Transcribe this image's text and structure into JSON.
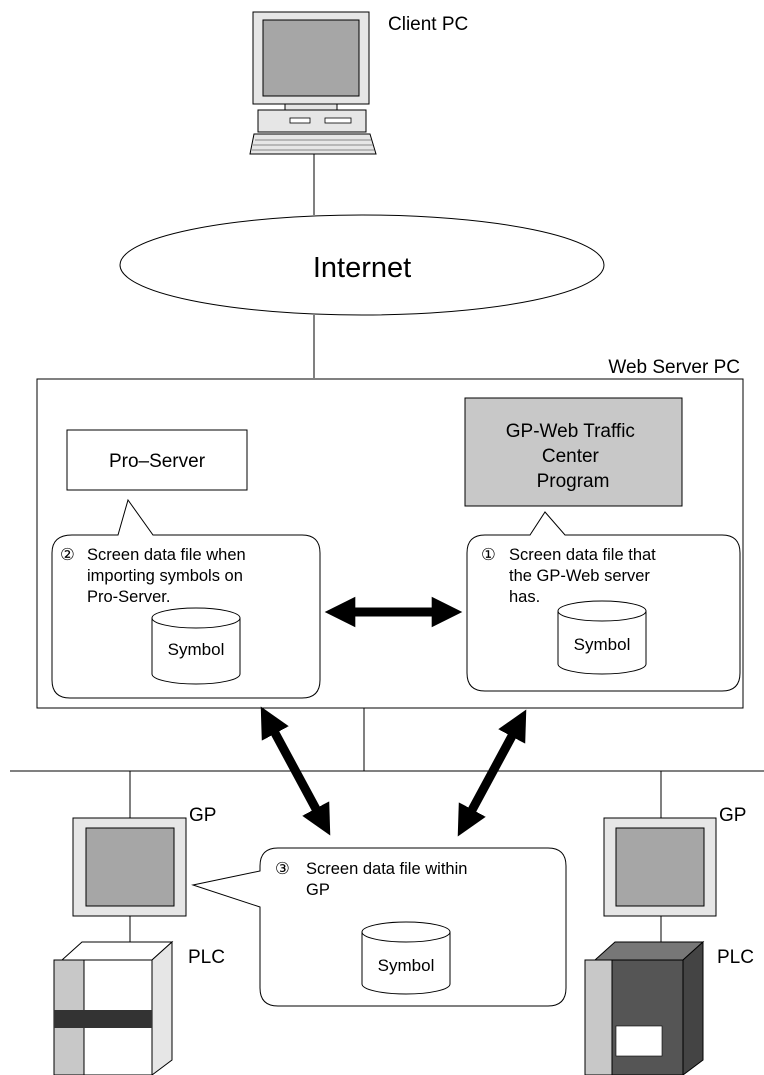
{
  "labels": {
    "client_pc": "Client PC",
    "internet": "Internet",
    "web_server_pc": "Web Server PC",
    "pro_server": "Pro–Server",
    "gp_web_program": [
      "GP-Web Traffic",
      "Center",
      "Program"
    ],
    "gp_left": "GP",
    "gp_right": "GP",
    "plc_left": "PLC",
    "plc_right": "PLC"
  },
  "callouts": {
    "c1": {
      "marker": "①",
      "lines": [
        "Screen data file that",
        "the GP-Web server",
        "has."
      ]
    },
    "c2": {
      "marker": "②",
      "lines": [
        "Screen data file when",
        "importing symbols on",
        "Pro-Server."
      ]
    },
    "c3": {
      "marker": "③",
      "lines": [
        "Screen data file within",
        "GP"
      ]
    }
  },
  "symbols": {
    "s1": "Symbol",
    "s2": "Symbol",
    "s3": "Symbol"
  },
  "colors": {
    "program_box_fill": "#c8c8c8",
    "device_body": "#e6e6e6",
    "screen": "#a6a6a6",
    "plc_dark": "#555555",
    "line": "#000000"
  },
  "icons": [
    "client-pc-icon",
    "gp-terminal-icon",
    "plc-unit-icon",
    "database-cylinder-icon",
    "double-arrow-icon"
  ]
}
